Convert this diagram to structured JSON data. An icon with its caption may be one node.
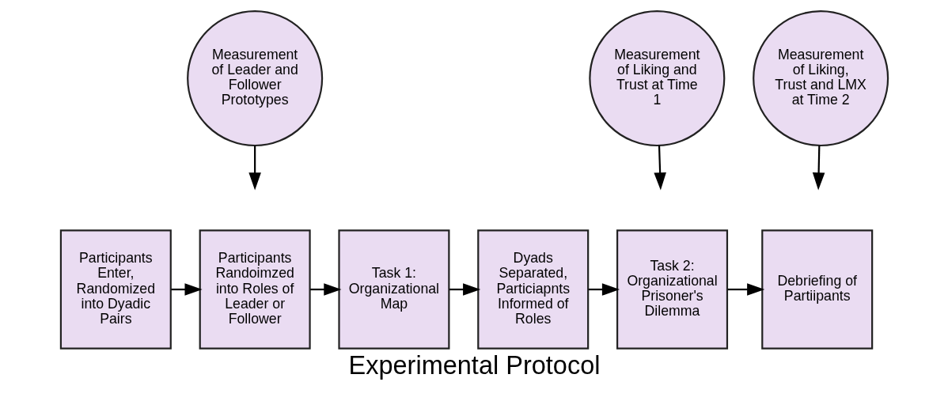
{
  "diagram": {
    "caption": "Experimental Protocol",
    "nodes": [
      {
        "text": [
          "Measurement of Leader and Follower Prototypes"
        ]
      },
      {
        "text": [
          "Measurement of Liking and Trust at Time 1"
        ]
      },
      {
        "text": [
          "Measurement of Liking, Trust and LMX at Time 2"
        ]
      },
      {
        "text": [
          "Participants Enter, Randomized into Dyadic Pairs"
        ]
      },
      {
        "text": [
          "Participants Randoimzed into Roles of Leader or Follower"
        ]
      },
      {
        "text": [
          "Task 1: Organizational Map"
        ]
      },
      {
        "text": [
          "Dyads Separated, Particiapnts Informed of Roles"
        ]
      },
      {
        "text": [
          "Task 2: Organizational Prisoner's Dilemma"
        ]
      },
      {
        "text": [
          "Debriefing of Partiipants"
        ]
      }
    ],
    "edges": [
      {
        "from": 3,
        "to": 4,
        "arrow": "to"
      },
      {
        "from": 4,
        "to": 5,
        "arrow": "to"
      },
      {
        "from": 5,
        "to": 6,
        "arrow": "to"
      },
      {
        "from": 6,
        "to": 7,
        "arrow": "to"
      },
      {
        "from": 7,
        "to": 8,
        "arrow": "to"
      },
      {
        "from": 0,
        "to": null,
        "arrow": "to"
      },
      {
        "from": 1,
        "to": null,
        "arrow": "to"
      },
      {
        "from": 2,
        "to": null,
        "arrow": "to"
      }
    ]
  }
}
